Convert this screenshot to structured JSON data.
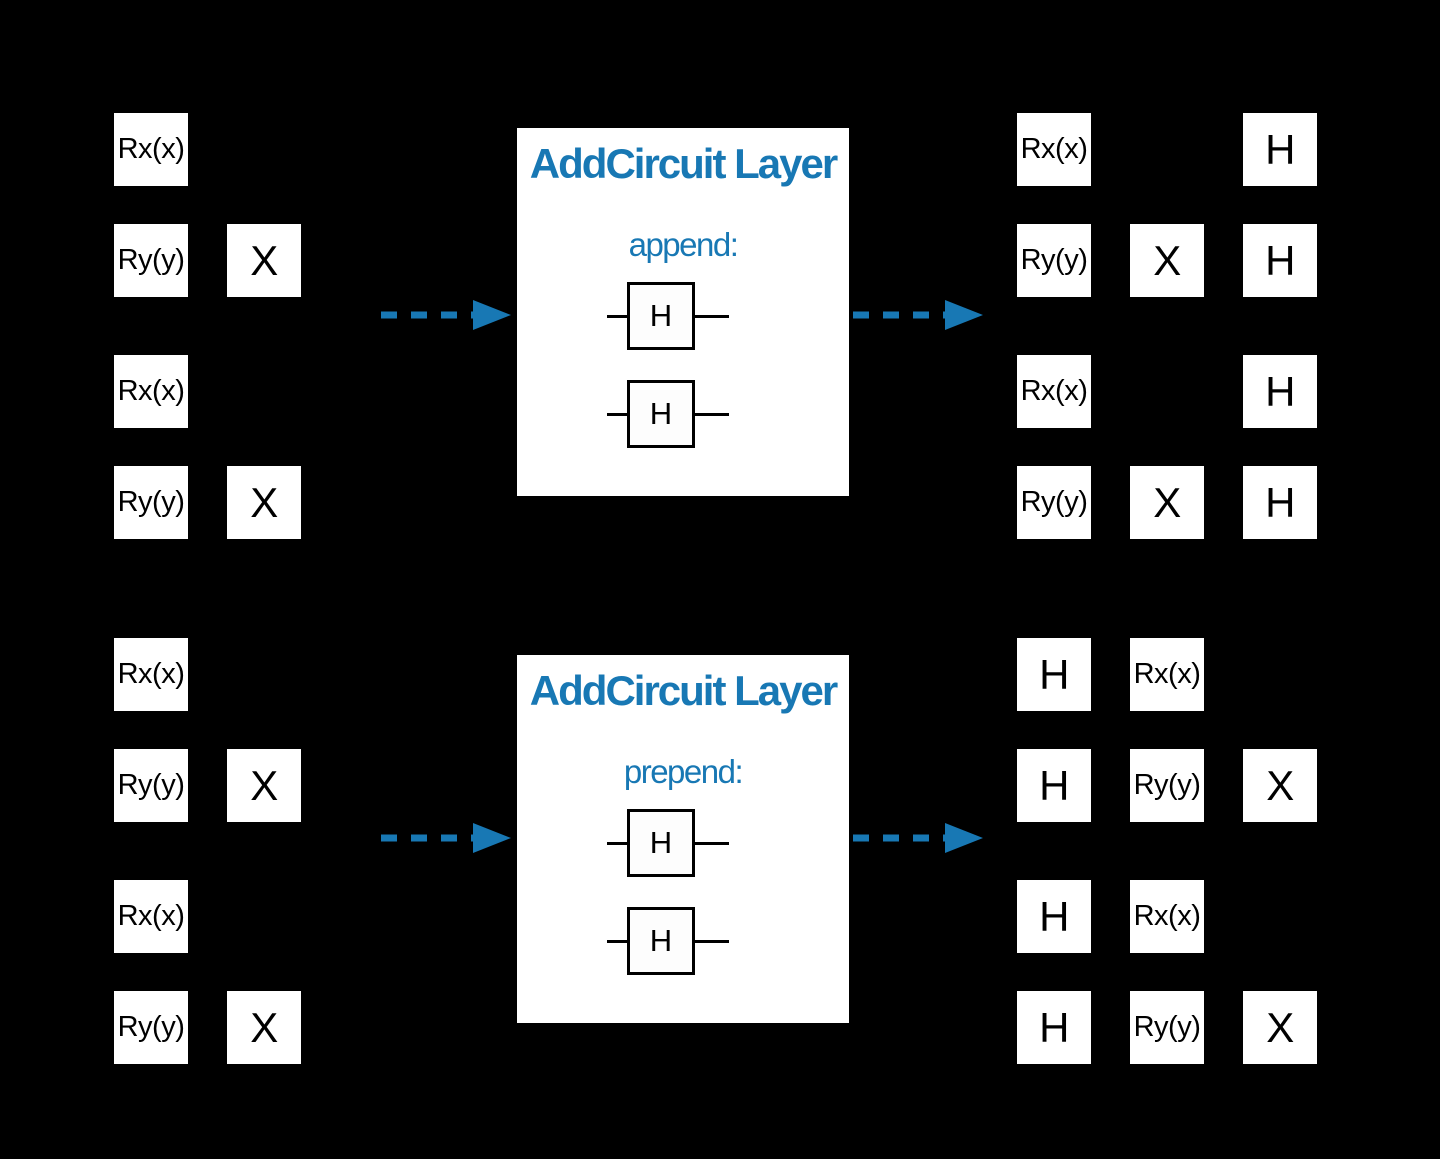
{
  "colors": {
    "background": "#000000",
    "accent_blue": "#1878b4",
    "gate_fill": "#ffffff",
    "gate_text": "#000000",
    "embedded_gate_fill": "#fdfdfd"
  },
  "layer_boxes": [
    {
      "id": "append",
      "title": "AddCircuit Layer",
      "mode_label": "append:",
      "gates": [
        "H",
        "H"
      ]
    },
    {
      "id": "prepend",
      "title": "AddCircuit Layer",
      "mode_label": "prepend:",
      "gates": [
        "H",
        "H"
      ]
    }
  ],
  "circuits": {
    "top_input": {
      "rows": [
        [
          "Rx(x)",
          null,
          null
        ],
        [
          "Ry(y)",
          "X",
          null
        ],
        [
          "Rx(x)",
          null,
          null
        ],
        [
          "Ry(y)",
          "X",
          null
        ]
      ]
    },
    "top_output": {
      "rows": [
        [
          "Rx(x)",
          null,
          "H"
        ],
        [
          "Ry(y)",
          "X",
          "H"
        ],
        [
          "Rx(x)",
          null,
          "H"
        ],
        [
          "Ry(y)",
          "X",
          "H"
        ]
      ]
    },
    "bottom_input": {
      "rows": [
        [
          "Rx(x)",
          null,
          null
        ],
        [
          "Ry(y)",
          "X",
          null
        ],
        [
          "Rx(x)",
          null,
          null
        ],
        [
          "Ry(y)",
          "X",
          null
        ]
      ]
    },
    "bottom_output": {
      "rows": [
        [
          "H",
          "Rx(x)",
          null
        ],
        [
          "H",
          "Ry(y)",
          "X"
        ],
        [
          "H",
          "Rx(x)",
          null
        ],
        [
          "H",
          "Ry(y)",
          "X"
        ]
      ]
    }
  },
  "arrows": {
    "style": "dashed",
    "color": "#1878b4"
  }
}
